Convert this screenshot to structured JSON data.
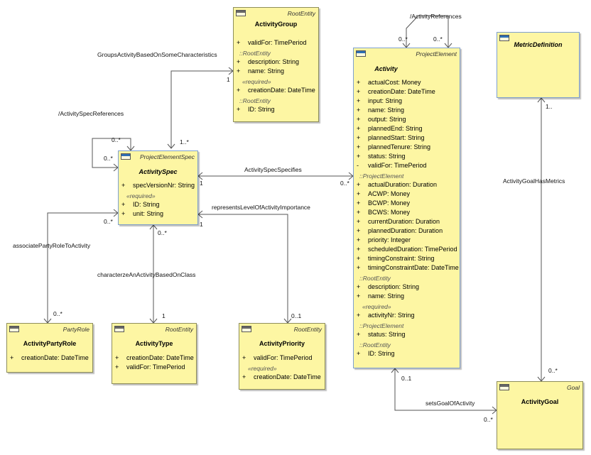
{
  "classes": {
    "activity_group": {
      "stereotype": "RootEntity",
      "name": "ActivityGroup",
      "attrs": [
        {
          "vis": "+",
          "text": "validFor: TimePeriod"
        }
      ],
      "sec_root": "::RootEntity",
      "attrs_root": [
        {
          "vis": "+",
          "text": "description: String"
        },
        {
          "vis": "+",
          "text": "name: String"
        }
      ],
      "sec_required": "«required»",
      "attrs_required": [
        {
          "vis": "+",
          "text": "creationDate: DateTime"
        }
      ],
      "sec_root2": "::RootEntity",
      "attrs_root2": [
        {
          "vis": "+",
          "text": "ID: String"
        }
      ]
    },
    "activity_spec": {
      "stereotype": "ProjectElementSpec",
      "name": "ActivitySpec",
      "attrs": [
        {
          "vis": "+",
          "text": "specVersionNr: String"
        }
      ],
      "sec_required": "«required»",
      "attrs_required": [
        {
          "vis": "+",
          "text": "ID: String"
        },
        {
          "vis": "+",
          "text": "unit: String"
        }
      ]
    },
    "activity": {
      "stereotype": "ProjectElement",
      "name": "Activity",
      "attrs": [
        {
          "vis": "+",
          "text": "actualCost: Money"
        },
        {
          "vis": "+",
          "text": "creationDate: DateTime"
        },
        {
          "vis": "+",
          "text": "input: String"
        },
        {
          "vis": "+",
          "text": "name: String"
        },
        {
          "vis": "+",
          "text": "output: String"
        },
        {
          "vis": "+",
          "text": "plannedEnd: String"
        },
        {
          "vis": "+",
          "text": "plannedStart: String"
        },
        {
          "vis": "+",
          "text": "plannedTenure: String"
        },
        {
          "vis": "+",
          "text": "status: String"
        },
        {
          "vis": "-",
          "text": "validFor: TimePeriod"
        }
      ],
      "sec_pe": "::ProjectElement",
      "attrs_pe": [
        {
          "vis": "+",
          "text": "actualDuration: Duration"
        },
        {
          "vis": "+",
          "text": "ACWP: Money"
        },
        {
          "vis": "+",
          "text": "BCWP: Money"
        },
        {
          "vis": "+",
          "text": "BCWS: Money"
        },
        {
          "vis": "+",
          "text": "currentDuration: Duration"
        },
        {
          "vis": "+",
          "text": "plannedDuration: Duration"
        },
        {
          "vis": "+",
          "text": "priority: Integer"
        },
        {
          "vis": "+",
          "text": "scheduledDuration: TimePeriod"
        },
        {
          "vis": "+",
          "text": "timingConstraint: String"
        },
        {
          "vis": "+",
          "text": "timingConstraintDate: DateTime"
        }
      ],
      "sec_root": "::RootEntity",
      "attrs_root": [
        {
          "vis": "+",
          "text": "description: String"
        },
        {
          "vis": "+",
          "text": "name: String"
        }
      ],
      "sec_required": "«required»",
      "attrs_required": [
        {
          "vis": "+",
          "text": "activityNr: String"
        }
      ],
      "sec_pe2": "::ProjectElement",
      "attrs_pe2": [
        {
          "vis": "+",
          "text": "status: String"
        }
      ],
      "sec_root2": "::RootEntity",
      "attrs_root2": [
        {
          "vis": "+",
          "text": "ID: String"
        }
      ]
    },
    "metric_definition": {
      "name": "MetricDefinition"
    },
    "activity_party_role": {
      "stereotype": "PartyRole",
      "name": "ActivityPartyRole",
      "attrs": [
        {
          "vis": "+",
          "text": "creationDate: DateTime"
        }
      ]
    },
    "activity_type": {
      "stereotype": "RootEntity",
      "name": "ActivityType",
      "attrs": [
        {
          "vis": "+",
          "text": "creationDate: DateTime"
        },
        {
          "vis": "+",
          "text": "validFor: TimePeriod"
        }
      ]
    },
    "activity_priority": {
      "stereotype": "RootEntity",
      "name": "ActivityPriority",
      "attrs": [
        {
          "vis": "+",
          "text": "validFor: TimePeriod"
        }
      ],
      "sec_required": "«required»",
      "attrs_required": [
        {
          "vis": "+",
          "text": "creationDate: DateTime"
        }
      ]
    },
    "activity_goal": {
      "stereotype": "Goal",
      "name": "ActivityGoal"
    }
  },
  "associations": {
    "groups": {
      "label": "GroupsActivityBasedOnSomeCharacteristics",
      "m1": "1",
      "m2": "1..*"
    },
    "spec_refs": {
      "label": "/ActivitySpecReferences",
      "m1": "0..*",
      "m2": "0..*"
    },
    "act_refs": {
      "label": "/ActivityReferences",
      "m1": "0..*",
      "m2": "0..*"
    },
    "spec_specifies": {
      "label": "ActivitySpecSpecifies",
      "m1": "1",
      "m2": "0..*"
    },
    "party_role": {
      "label": "associatePartyRoleToActivity",
      "m1": "0..*",
      "m2": "0..*"
    },
    "class_type": {
      "label": "characterzeAnActivityBasedOnClass",
      "m1": "0..*",
      "m2": "1"
    },
    "importance": {
      "label": "representsLevelOfActivityImportance",
      "m1": "1",
      "m2": "0..1"
    },
    "goal_metrics": {
      "label": "ActivityGoalHasMetrics",
      "m1": "1..",
      "m2": "0..*"
    },
    "sets_goal": {
      "label": "setsGoalOfActivity",
      "m1": "0..1",
      "m2": "0..*"
    }
  }
}
